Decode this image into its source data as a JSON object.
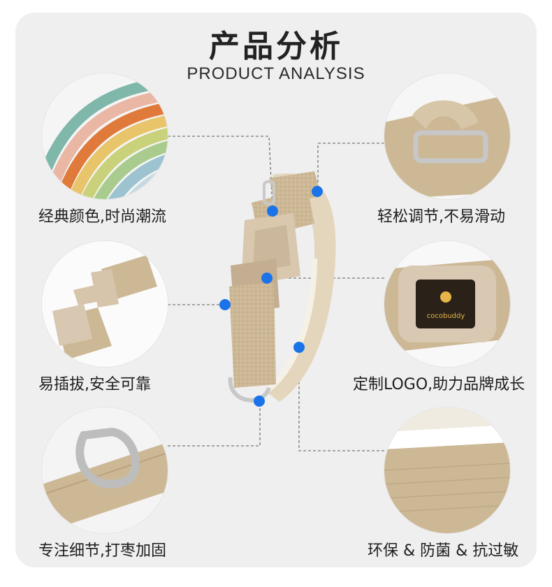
{
  "header": {
    "title": "产品分析",
    "subtitle": "PRODUCT ANALYSIS"
  },
  "features": {
    "left": [
      {
        "label": "经典颜色,时尚潮流"
      },
      {
        "label": "易插拔,安全可靠"
      },
      {
        "label": "专注细节,打枣加固"
      }
    ],
    "right": [
      {
        "label": "轻松调节,不易滑动"
      },
      {
        "label": "定制LOGO,助力品牌成长"
      },
      {
        "label": "环保 & 防菌 & 抗过敏"
      }
    ]
  },
  "logo_text": "cocobuddy",
  "colors": {
    "accent_dot": "#1a73e8",
    "card_bg": "#efefef",
    "hemp": "#cdb896"
  }
}
